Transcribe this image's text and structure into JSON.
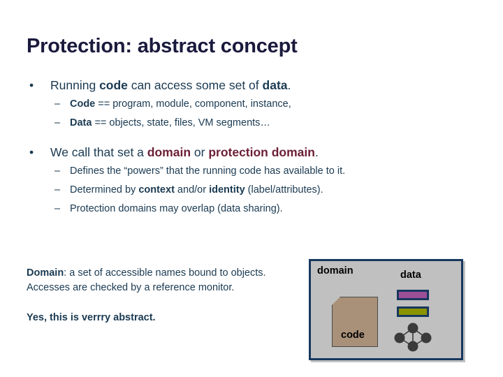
{
  "slide": {
    "title": "Protection: abstract concept",
    "bullets": [
      {
        "level1": {
          "marker": "•",
          "parts": [
            {
              "text": "Running ",
              "style": "normal"
            },
            {
              "text": "code",
              "style": "bold"
            },
            {
              "text": " can access some set of ",
              "style": "normal"
            },
            {
              "text": "data",
              "style": "bold"
            },
            {
              "text": ".",
              "style": "normal"
            }
          ]
        },
        "sub": [
          {
            "marker": "–",
            "parts": [
              {
                "text": "Code",
                "style": "bold"
              },
              {
                "text": " == program, module, component, instance,",
                "style": "normal"
              }
            ]
          },
          {
            "marker": "–",
            "parts": [
              {
                "text": "Data",
                "style": "bold"
              },
              {
                "text": " == objects, state, files, VM segments…",
                "style": "normal"
              }
            ]
          }
        ]
      },
      {
        "level1": {
          "marker": "•",
          "parts": [
            {
              "text": "We call that set a ",
              "style": "normal"
            },
            {
              "text": "domain",
              "style": "maroon"
            },
            {
              "text": " or ",
              "style": "normal"
            },
            {
              "text": "protection domain",
              "style": "maroon"
            },
            {
              "text": ".",
              "style": "normal"
            }
          ]
        },
        "sub": [
          {
            "marker": "–",
            "parts": [
              {
                "text": "Defines the “powers” that the running code has available to it.",
                "style": "normal"
              }
            ]
          },
          {
            "marker": "–",
            "parts": [
              {
                "text": "Determined by ",
                "style": "normal"
              },
              {
                "text": "context",
                "style": "bold"
              },
              {
                "text": " and/or ",
                "style": "normal"
              },
              {
                "text": "identity",
                "style": "bold"
              },
              {
                "text": " (label/attributes).",
                "style": "normal"
              }
            ]
          },
          {
            "marker": "–",
            "parts": [
              {
                "text": "Protection domains may overlap (data sharing).",
                "style": "normal"
              }
            ]
          }
        ]
      }
    ],
    "definition": {
      "term": "Domain",
      "body": ": a set of accessible names bound to objects.  Accesses are checked by a reference monitor.",
      "aside": "Yes, this is verrry abstract."
    },
    "diagram": {
      "domain_label": "domain",
      "data_label": "data",
      "code_label": "code",
      "colors": {
        "box_background": "#c0c0c0",
        "box_border": "#17375e",
        "code_fill": "#a99079",
        "bar_purple": "#9b4f96",
        "bar_olive": "#8a9400",
        "node_fill": "#3a3a3a"
      }
    },
    "colors": {
      "title": "#1a1a3d",
      "body_text": "#1a3a52",
      "accent_maroon": "#6b1f35",
      "background": "#ffffff"
    }
  }
}
